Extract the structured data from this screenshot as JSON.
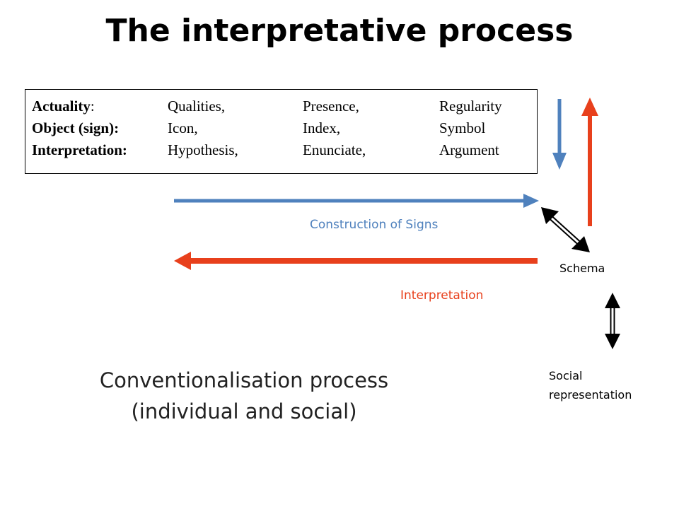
{
  "title": "The interpretative process",
  "table": {
    "rows": [
      {
        "head": "Actuality",
        "sep": ":",
        "cells": [
          "Qualities,",
          "Presence,",
          "Regularity"
        ]
      },
      {
        "head": "Object (sign):",
        "sep": "",
        "cells": [
          "Icon,",
          "Index,",
          "Symbol"
        ]
      },
      {
        "head": "Interpretation:",
        "sep": "",
        "cells": [
          "Hypothesis,",
          "Enunciate,",
          "Argument"
        ]
      }
    ]
  },
  "labels": {
    "construction": "Construction of Signs",
    "interpretation": "Interpretation",
    "schema": "Schema",
    "social_line1": "Social",
    "social_line2": "representation"
  },
  "conventionalisation": {
    "line1": "Conventionalisation process",
    "line2": "(individual and social)"
  },
  "colors": {
    "blue": "#4f81bd",
    "red": "#e8401c",
    "black": "#000000"
  }
}
